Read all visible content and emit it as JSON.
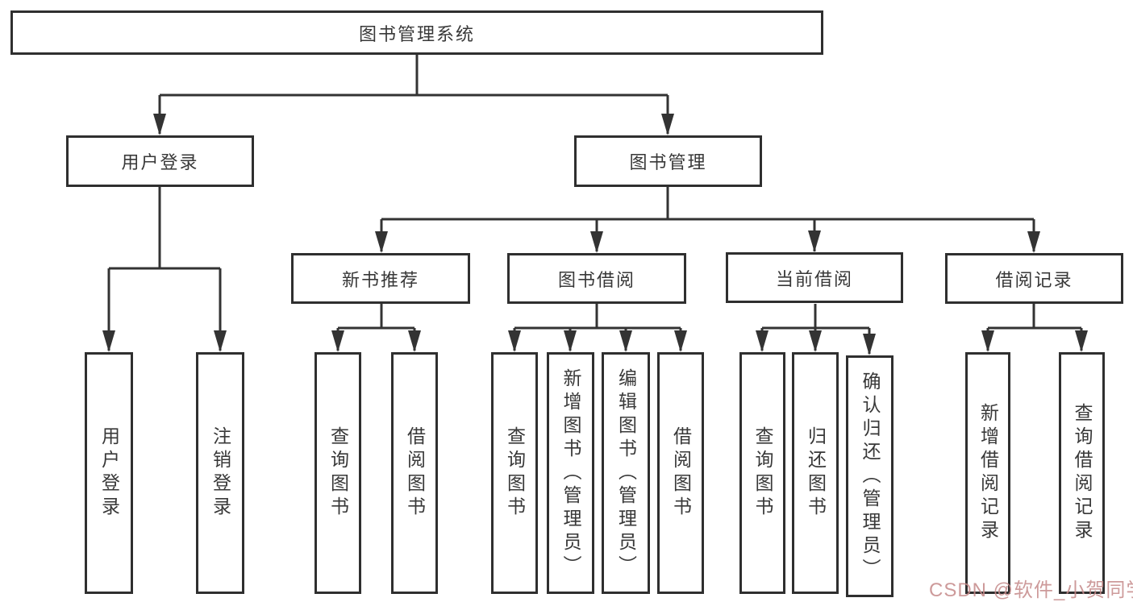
{
  "diagram": {
    "title": "图书管理系统",
    "tree": {
      "label": "图书管理系统",
      "children": [
        {
          "label": "用户登录",
          "children": [
            {
              "label": "用户登录"
            },
            {
              "label": "注销登录"
            }
          ]
        },
        {
          "label": "图书管理",
          "children": [
            {
              "label": "新书推荐",
              "children": [
                {
                  "label": "查询图书"
                },
                {
                  "label": "借阅图书"
                }
              ]
            },
            {
              "label": "图书借阅",
              "children": [
                {
                  "label": "查询图书"
                },
                {
                  "label": "新增图书（管理员）"
                },
                {
                  "label": "编辑图书（管理员）"
                },
                {
                  "label": "借阅图书"
                }
              ]
            },
            {
              "label": "当前借阅",
              "children": [
                {
                  "label": "查询图书"
                },
                {
                  "label": "归还图书"
                },
                {
                  "label": "确认归还（管理员）"
                }
              ]
            },
            {
              "label": "借阅记录",
              "children": [
                {
                  "label": "新增借阅记录"
                },
                {
                  "label": "查询借阅记录"
                }
              ]
            }
          ]
        }
      ]
    },
    "watermark": "CSDN @软件_小贺同学",
    "colors": {
      "line": "#333333",
      "box_border": "#2f2f2f",
      "box_background": "#ffffff",
      "text": "#383838",
      "watermark": "#c48888",
      "background": "#ffffff"
    }
  }
}
